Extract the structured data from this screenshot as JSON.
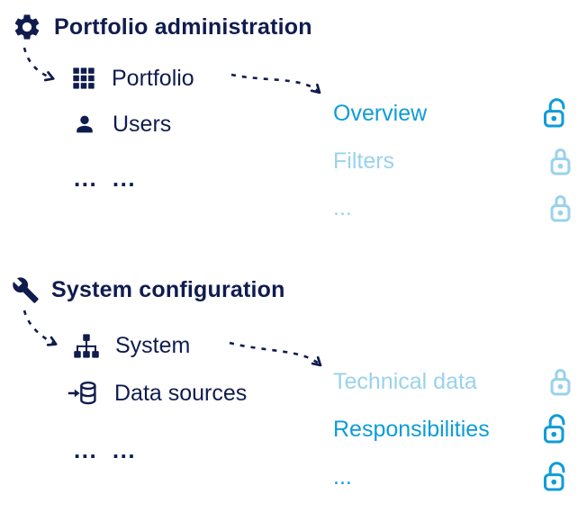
{
  "colors": {
    "navy": "#101C4E",
    "accent_blue": "#0F9CD8",
    "pale_blue": "#9AD2EB"
  },
  "sections": [
    {
      "title": "Portfolio administration",
      "icon": "gear-icon",
      "menu_items": [
        {
          "label": "Portfolio",
          "icon": "grid-icon"
        },
        {
          "label": "Users",
          "icon": "user-icon"
        },
        {
          "label": "... ...",
          "icon": "ellipsis"
        }
      ],
      "pages": [
        {
          "label": "Overview",
          "state": "unlocked"
        },
        {
          "label": "Filters",
          "state": "locked"
        },
        {
          "label": "...",
          "state": "locked"
        }
      ]
    },
    {
      "title": "System configuration",
      "icon": "wrench-icon",
      "menu_items": [
        {
          "label": "System",
          "icon": "sitemap-icon"
        },
        {
          "label": "Data sources",
          "icon": "database-import-icon"
        },
        {
          "label": "... ...",
          "icon": "ellipsis"
        }
      ],
      "pages": [
        {
          "label": "Technical data",
          "state": "locked"
        },
        {
          "label": "Responsibilities",
          "state": "unlocked"
        },
        {
          "label": "...",
          "state": "unlocked"
        }
      ]
    }
  ]
}
